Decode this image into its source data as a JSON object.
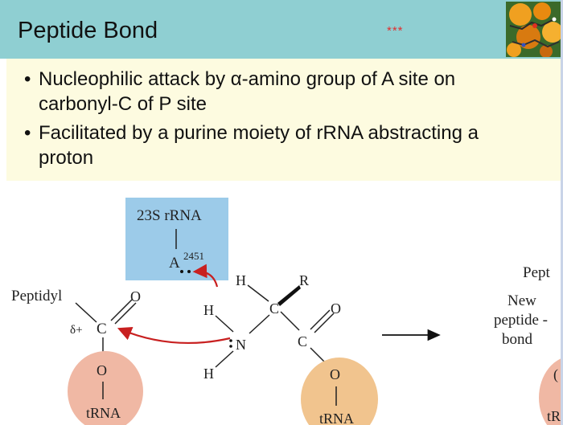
{
  "slide": {
    "title": "Peptide Bond",
    "stars": "***",
    "header_image": "molecular-structure-image"
  },
  "bullets": [
    {
      "text": "Nucleophilic attack by α-amino group of A site on carbonyl-C of P site"
    },
    {
      "text": "Facilitated by a purine moiety of rRNA abstracting a proton"
    }
  ],
  "diagram": {
    "rrna_label": "23S rRNA",
    "a_label": "A",
    "a_superscript": "2451",
    "peptidyl_label": "Peptidyl",
    "delta_label": "δ+",
    "c_left": "C",
    "o_top_left": "O",
    "o_bottom_left": "O",
    "trna_left": "tRNA",
    "h_top": "H",
    "h_mid": "H",
    "h_bottom": "H",
    "n_label": "N",
    "c_alpha": "C",
    "r_label": "R",
    "c_right": "C",
    "o_top_right": "O",
    "o_bottom_right": "O",
    "trna_right": "tRNA",
    "pept_clipped": "Pept",
    "new_label": "New",
    "peptide_label": "peptide -",
    "bond_label": "bond",
    "right_o_clipped": "(",
    "trna_far_right": "tR",
    "colors": {
      "header": "#8fcfd2",
      "bullets_bg": "#fdfbe0",
      "rrna_box": "#9ccbe9",
      "trna_left": "#f0b8a4",
      "trna_right": "#f1c48e",
      "arrow": "#c82020"
    }
  }
}
